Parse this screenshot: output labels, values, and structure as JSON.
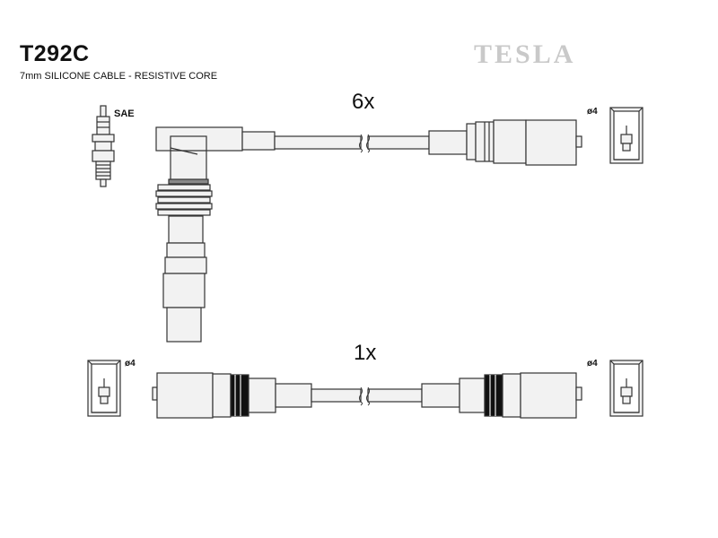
{
  "header": {
    "part_number": "T292C",
    "description": "7mm SILICONE CABLE - RESISTIVE CORE",
    "brand": "TESLA"
  },
  "labels": {
    "quantity_top": "6x",
    "quantity_bottom": "1x",
    "spark_plug_standard": "SAE",
    "terminal_top_right": "ø4",
    "terminal_bottom_left": "ø4",
    "terminal_bottom_right": "ø4"
  },
  "colors": {
    "line": "#333333",
    "fill": "#f2f2f2",
    "band": "#111111",
    "brand": "#c9c9c9"
  }
}
